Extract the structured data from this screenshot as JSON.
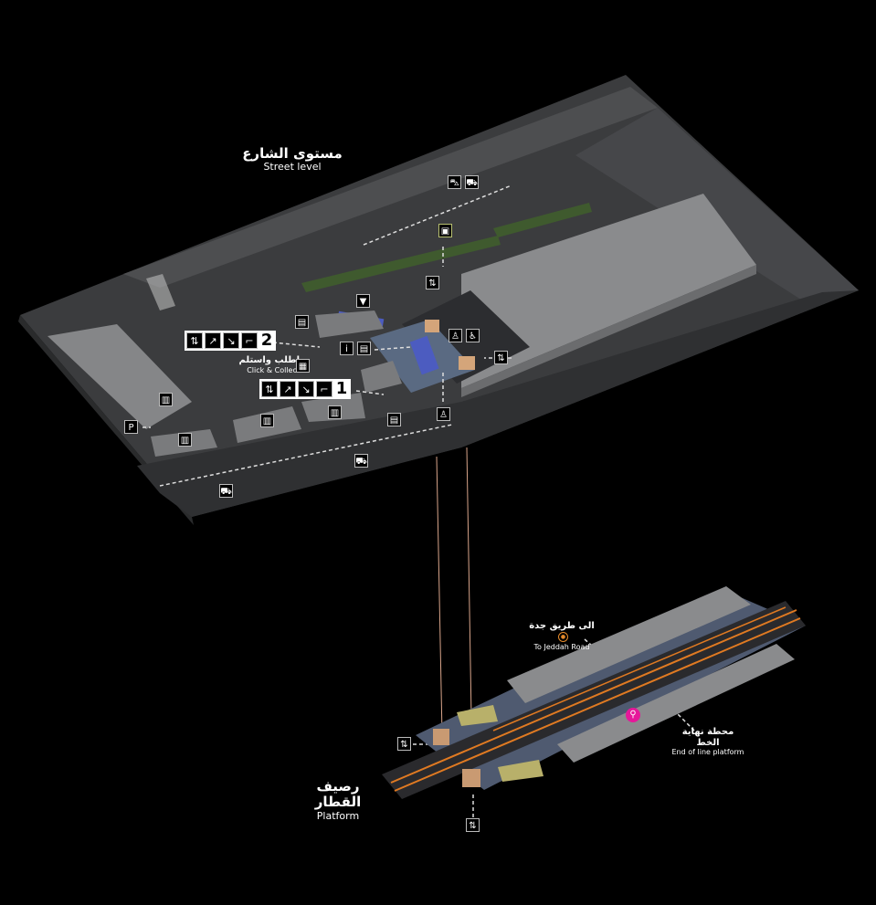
{
  "street_level": {
    "title_ar": "مستوى الشارع",
    "title_en": "Street level"
  },
  "platform_level": {
    "title_ar": "رصيف القطار",
    "title_en": "Platform"
  },
  "click_collect": {
    "label_ar": "اطلب واستلم",
    "label_en": "Click & Collect"
  },
  "to_jeddah": {
    "label_ar": "الى طريق جدة",
    "label_en": "To Jeddah Road"
  },
  "end_of_line": {
    "label_ar": "محطة نهاية الخط",
    "label_en": "End of line platform"
  },
  "levels": {
    "level_2": "2",
    "level_1": "1"
  },
  "parking_label": "P",
  "info_label": "i",
  "colors": {
    "background": "#000000",
    "slab": "#3c3d3f",
    "building": "#8a8b8d",
    "green": "#3f5a2e",
    "track_orange": "#e07a22",
    "walk_pink": "#e6179a",
    "glass_blue": "#4c5cc0"
  },
  "icons": [
    "taxi-icon",
    "car-dropoff-icon",
    "bus-icon",
    "elevator-icon",
    "escalator-up-icon",
    "escalator-down-icon",
    "stairs-icon",
    "ticket-machine-icon",
    "info-icon",
    "click-collect-icon",
    "retail-icon",
    "parking-icon",
    "toilet-icon",
    "accessible-icon",
    "walk-icon",
    "car-icon"
  ]
}
